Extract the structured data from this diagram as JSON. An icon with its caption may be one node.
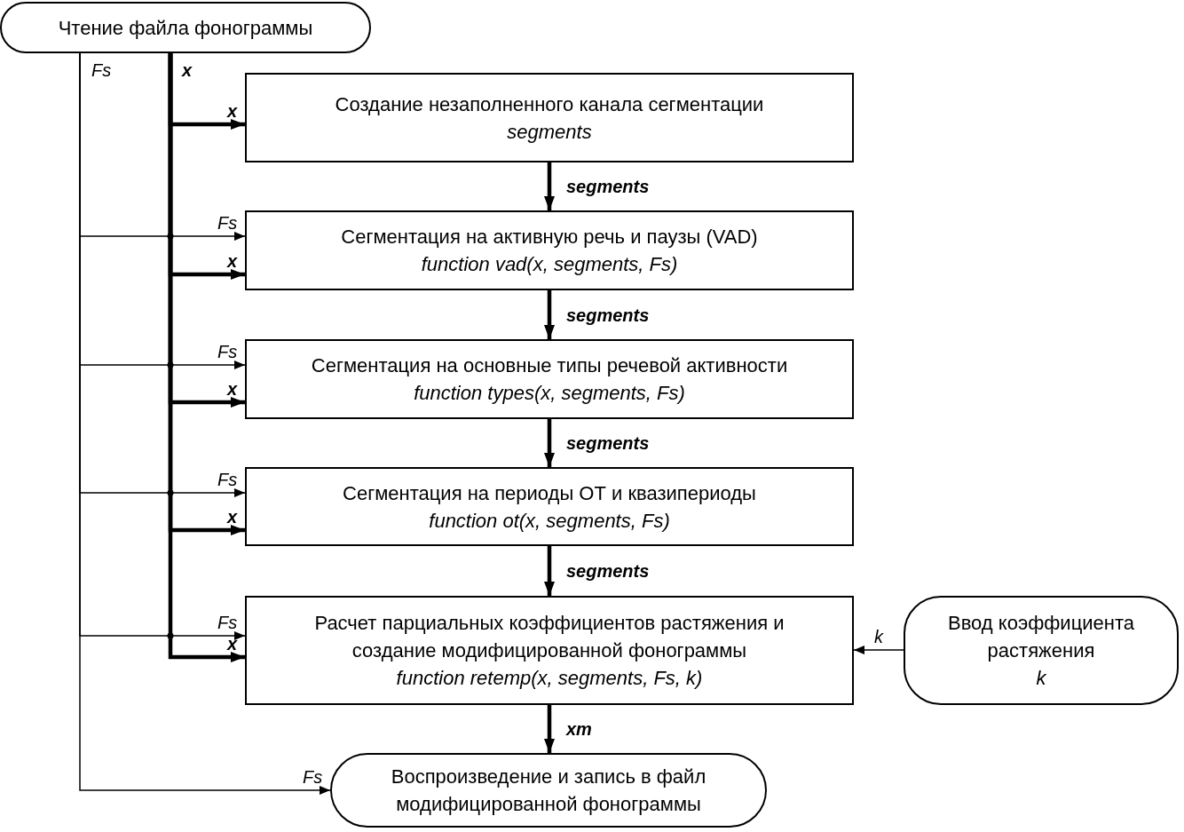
{
  "diagram": {
    "nodes": [
      {
        "text": [
          "Чтение файла фонограммы"
        ]
      },
      {
        "text": [
          "Создание незаполненного канала сегментации",
          "segments"
        ]
      },
      {
        "text": [
          "Сегментация на активную речь и паузы (VAD)",
          "function vad(x, segments, Fs)"
        ]
      },
      {
        "text": [
          "Сегментация на основные типы речевой активности",
          "function types(x, segments, Fs)"
        ]
      },
      {
        "text": [
          "Сегментация на периоды ОТ и квазипериоды",
          "function ot(x, segments, Fs)"
        ]
      },
      {
        "text": [
          "Расчет парциальных коэффициентов растяжения и создание модифицированной фонограммы",
          "function retemp(x, segments, Fs, k)"
        ]
      },
      {
        "text": [
          "Ввод коэффициента растяжения",
          "k"
        ]
      },
      {
        "text": [
          "Воспроизведение и запись в файл модифицированной фонограммы"
        ]
      }
    ],
    "edges": [
      {
        "from": 0,
        "to": 1,
        "arrow": "to",
        "label": "x"
      },
      {
        "from": 0,
        "to": 2,
        "arrow": "to",
        "label": "x"
      },
      {
        "from": 0,
        "to": 3,
        "arrow": "to",
        "label": "x"
      },
      {
        "from": 0,
        "to": 4,
        "arrow": "to",
        "label": "x"
      },
      {
        "from": 0,
        "to": 5,
        "arrow": "to",
        "label": "x"
      },
      {
        "from": 0,
        "to": 2,
        "arrow": "to",
        "label": "Fs"
      },
      {
        "from": 0,
        "to": 3,
        "arrow": "to",
        "label": "Fs"
      },
      {
        "from": 0,
        "to": 4,
        "arrow": "to",
        "label": "Fs"
      },
      {
        "from": 0,
        "to": 5,
        "arrow": "to",
        "label": "Fs"
      },
      {
        "from": 0,
        "to": 7,
        "arrow": "to",
        "label": "Fs"
      },
      {
        "from": 1,
        "to": 2,
        "arrow": "to",
        "label": "segments"
      },
      {
        "from": 2,
        "to": 3,
        "arrow": "to",
        "label": "segments"
      },
      {
        "from": 3,
        "to": 4,
        "arrow": "to",
        "label": "segments"
      },
      {
        "from": 4,
        "to": 5,
        "arrow": "to",
        "label": "segments"
      },
      {
        "from": 5,
        "to": 7,
        "arrow": "to",
        "label": "xm"
      },
      {
        "from": 6,
        "to": 5,
        "arrow": "to",
        "label": "k"
      }
    ],
    "labels": [
      "Fs",
      "x"
    ]
  }
}
